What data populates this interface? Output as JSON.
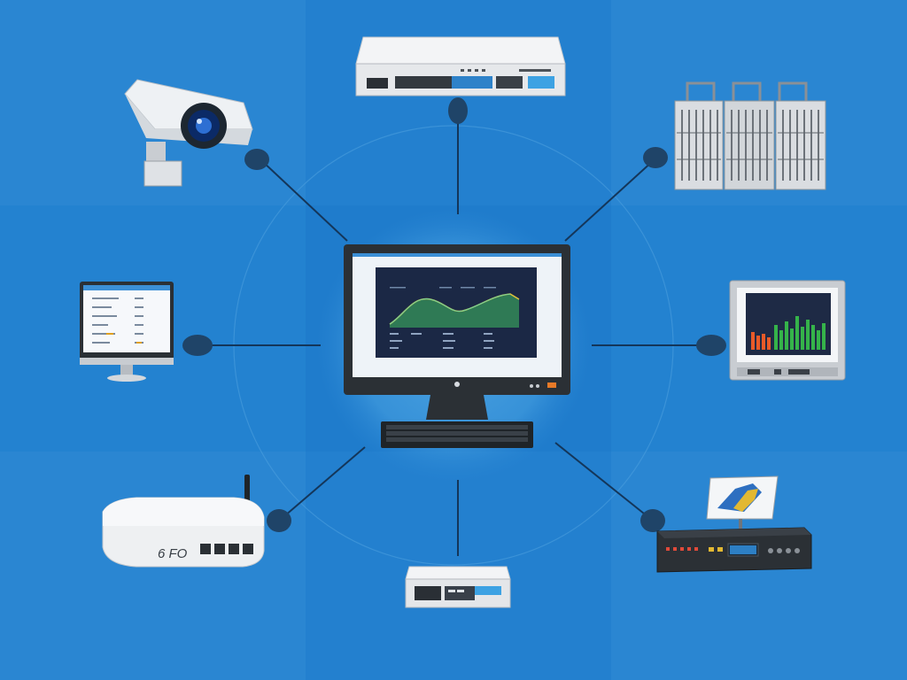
{
  "diagram": {
    "background_color": "#1f7ccc",
    "line_color": "#14365a",
    "hub": {
      "icon": "desktop-computer-icon",
      "screen_chart": "line"
    },
    "nodes": [
      {
        "id": "security-camera",
        "icon": "security-camera-icon"
      },
      {
        "id": "network-switch",
        "icon": "network-switch-icon"
      },
      {
        "id": "server-rack",
        "icon": "server-rack-icon"
      },
      {
        "id": "monitor",
        "icon": "monitor-icon"
      },
      {
        "id": "analytics-display",
        "icon": "analytics-display-icon"
      },
      {
        "id": "wifi-router",
        "icon": "wifi-router-icon"
      },
      {
        "id": "network-box",
        "icon": "network-box-icon"
      },
      {
        "id": "control-unit",
        "icon": "control-unit-icon"
      }
    ]
  },
  "router": {
    "label": "6 FO"
  }
}
